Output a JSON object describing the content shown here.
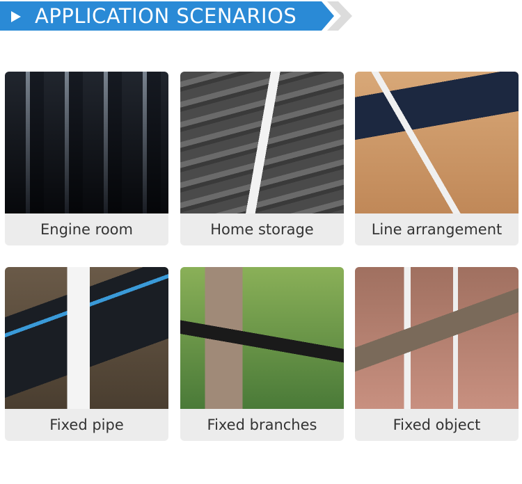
{
  "header": {
    "title": "APPLICATION SCENARIOS",
    "icon": "play-triangle-icon",
    "accent": "#2a8ad6"
  },
  "scenarios": [
    {
      "label": "Engine room"
    },
    {
      "label": "Home storage"
    },
    {
      "label": "Line arrangement"
    },
    {
      "label": "Fixed pipe"
    },
    {
      "label": "Fixed branches"
    },
    {
      "label": "Fixed object"
    }
  ]
}
